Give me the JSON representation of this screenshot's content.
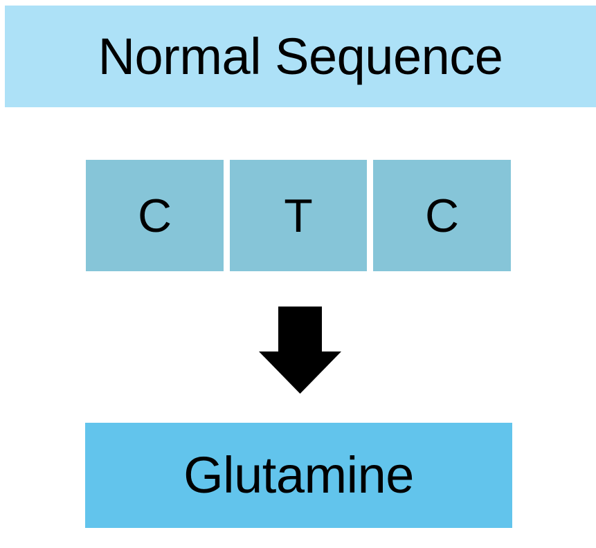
{
  "diagram": {
    "title": "Normal Sequence",
    "header": {
      "label": "Normal Sequence",
      "background_color": "#ADE1F7"
    },
    "codon": {
      "background_color": "#86C5D8",
      "bases": [
        {
          "letter": "C"
        },
        {
          "letter": "T"
        },
        {
          "letter": "C"
        }
      ]
    },
    "arrow": {
      "icon": "down-arrow-icon",
      "color": "#000000",
      "direction": "down"
    },
    "result": {
      "label": "Glutamine",
      "background_color": "#62C4EC"
    },
    "canvas_background": "#FFFFFF"
  }
}
